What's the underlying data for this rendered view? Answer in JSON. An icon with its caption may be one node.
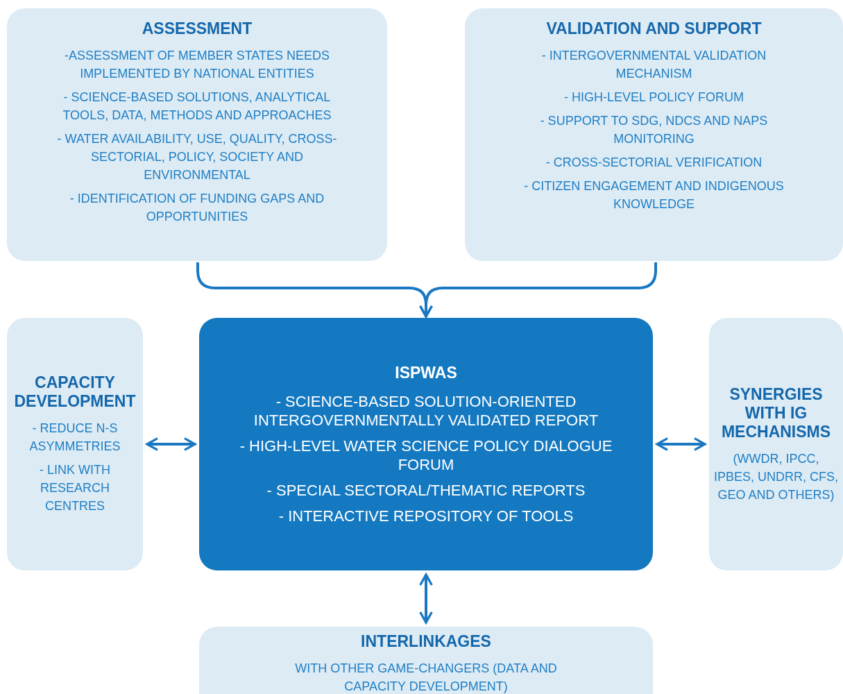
{
  "diagram": {
    "nodes": [
      {
        "text": [
          "ASSESSMENT",
          "-ASSESSMENT OF MEMBER STATES NEEDS IMPLEMENTED BY NATIONAL ENTITIES",
          "- SCIENCE-BASED SOLUTIONS, ANALYTICAL TOOLS, DATA, METHODS AND APPROACHES",
          "- WATER AVAILABILITY, USE, QUALITY, CROSS-SECTORIAL, POLICY, SOCIETY AND ENVIRONMENTAL",
          "- IDENTIFICATION OF FUNDING GAPS AND OPPORTUNITIES"
        ]
      },
      {
        "text": [
          "VALIDATION AND SUPPORT",
          "- INTERGOVERNMENTAL VALIDATION MECHANISM",
          "- HIGH-LEVEL POLICY FORUM",
          "- SUPPORT TO SDG, NDCS AND NAPS MONITORING",
          "- CROSS-SECTORIAL VERIFICATION",
          "- CITIZEN ENGAGEMENT AND INDIGENOUS KNOWLEDGE"
        ]
      },
      {
        "text": [
          "CAPACITY DEVELOPMENT",
          "- REDUCE N-S ASYMMETRIES",
          "- LINK WITH RESEARCH CENTRES"
        ]
      },
      {
        "text": [
          "ISPWAS",
          "- SCIENCE-BASED SOLUTION-ORIENTED INTERGOVERNMENTALLY VALIDATED REPORT",
          "- HIGH-LEVEL WATER SCIENCE POLICY DIALOGUE FORUM",
          "- SPECIAL SECTORAL/THEMATIC REPORTS",
          "- INTERACTIVE REPOSITORY OF TOOLS"
        ]
      },
      {
        "text": [
          "SYNERGIES WITH IG MECHANISMS",
          "(WWDR, IPCC, IPBES, UNDRR, CFS, GEO AND OTHERS)"
        ]
      },
      {
        "text": [
          "INTERLINKAGES",
          "WITH OTHER GAME-CHANGERS (DATA AND CAPACITY DEVELOPMENT)"
        ]
      }
    ],
    "edges": [
      {
        "from": 0,
        "to": 3,
        "arrow": "to"
      },
      {
        "from": 1,
        "to": 3,
        "arrow": "to"
      },
      {
        "from": 2,
        "to": 3,
        "arrow": "both"
      },
      {
        "from": 3,
        "to": 4,
        "arrow": "both"
      },
      {
        "from": 3,
        "to": 5,
        "arrow": "both"
      }
    ]
  }
}
